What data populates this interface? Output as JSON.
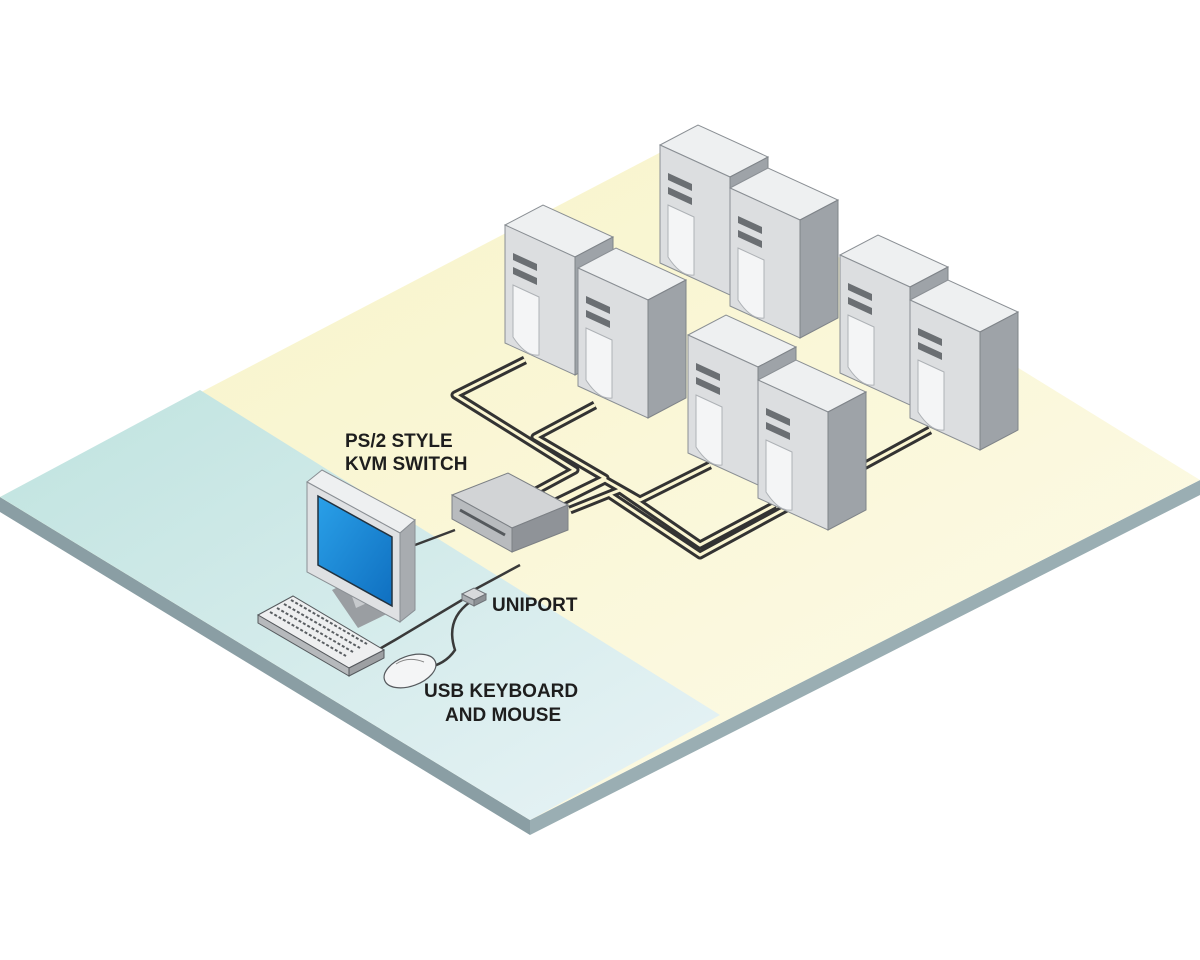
{
  "labels": {
    "kvm_line1": "PS/2 STYLE",
    "kvm_line2": "KVM SWITCH",
    "uniport": "UNIPORT",
    "usb_line1": "USB KEYBOARD",
    "usb_line2": "AND MOUSE"
  },
  "colors": {
    "floor_yellow": "#fbf6d2",
    "floor_blue": "#d4ecec",
    "floor_edge": "#8a9ea4",
    "server_front": "#d9dbdd",
    "server_side": "#9fa3a7",
    "server_top": "#eceeef",
    "screen": "#1e8fdc",
    "cable": "#3a3a3a"
  },
  "icons": [
    "server-tower-icon",
    "monitor-icon",
    "keyboard-icon",
    "mouse-icon",
    "kvm-switch-icon",
    "uniport-adapter-icon"
  ]
}
